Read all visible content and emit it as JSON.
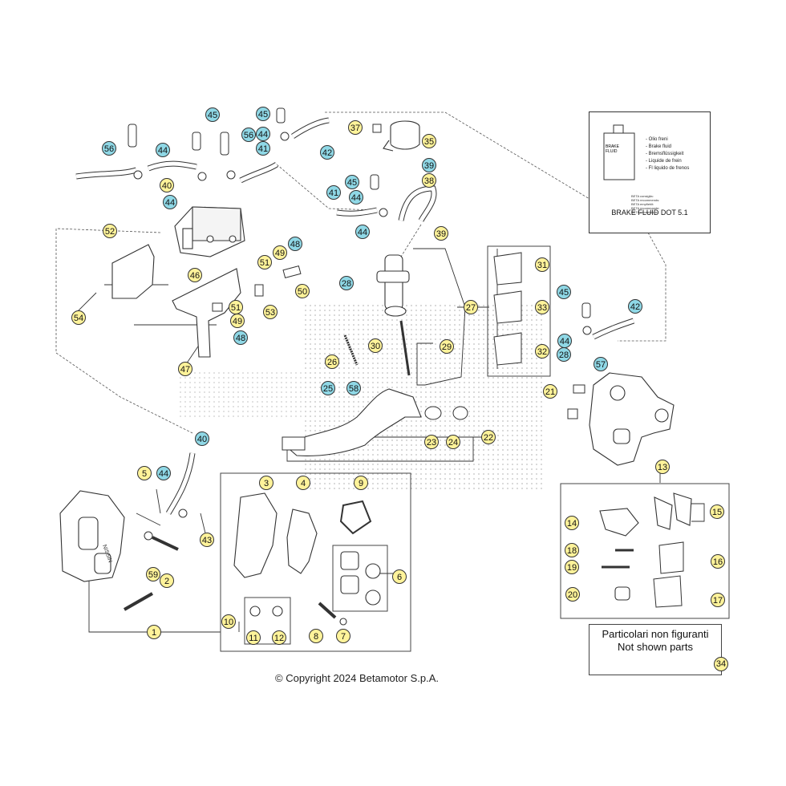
{
  "copyright": "© Copyright 2024 Betamotor S.p.A.",
  "not_shown": {
    "line1": "Particolari non figuranti",
    "line2": "Not shown parts",
    "number": "34"
  },
  "brake_fluid_panel": {
    "bottle_label": "BRAKE FLUID",
    "languages": [
      "- Olio freni",
      "- Brake fluid",
      "- Bremsflüssigkeit",
      "- Liquide de frein",
      "- Fl liquido de frenos"
    ],
    "recommends": [
      "BETA consiglia:",
      "BETA recommends:",
      "BETA empfiehlt:",
      "BETA recommande:",
      "BETA recomienda:"
    ],
    "fluid_name": "BRAKE FLUID DOT 5.1"
  },
  "caliper_brand": "NISSIN",
  "colors": {
    "blue_callout": "#8fd8e6",
    "yellow_callout": "#fff39a",
    "line": "#333333"
  },
  "callouts": [
    {
      "n": "56",
      "c": "blue"
    },
    {
      "n": "45",
      "c": "blue"
    },
    {
      "n": "56",
      "c": "blue"
    },
    {
      "n": "45",
      "c": "blue"
    },
    {
      "n": "44",
      "c": "blue"
    },
    {
      "n": "44",
      "c": "blue"
    },
    {
      "n": "41",
      "c": "blue"
    },
    {
      "n": "42",
      "c": "blue"
    },
    {
      "n": "40",
      "c": "yellow"
    },
    {
      "n": "44",
      "c": "blue"
    },
    {
      "n": "37",
      "c": "yellow"
    },
    {
      "n": "35",
      "c": "yellow"
    },
    {
      "n": "39",
      "c": "blue"
    },
    {
      "n": "38",
      "c": "yellow"
    },
    {
      "n": "45",
      "c": "blue"
    },
    {
      "n": "41",
      "c": "blue"
    },
    {
      "n": "44",
      "c": "blue"
    },
    {
      "n": "44",
      "c": "blue"
    },
    {
      "n": "39",
      "c": "yellow"
    },
    {
      "n": "52",
      "c": "yellow"
    },
    {
      "n": "48",
      "c": "blue"
    },
    {
      "n": "49",
      "c": "yellow"
    },
    {
      "n": "51",
      "c": "yellow"
    },
    {
      "n": "46",
      "c": "yellow"
    },
    {
      "n": "50",
      "c": "yellow"
    },
    {
      "n": "54",
      "c": "yellow"
    },
    {
      "n": "53",
      "c": "yellow"
    },
    {
      "n": "51",
      "c": "yellow"
    },
    {
      "n": "49",
      "c": "yellow"
    },
    {
      "n": "48",
      "c": "blue"
    },
    {
      "n": "47",
      "c": "yellow"
    },
    {
      "n": "28",
      "c": "blue"
    },
    {
      "n": "27",
      "c": "yellow"
    },
    {
      "n": "31",
      "c": "yellow"
    },
    {
      "n": "33",
      "c": "yellow"
    },
    {
      "n": "32",
      "c": "yellow"
    },
    {
      "n": "29",
      "c": "yellow"
    },
    {
      "n": "30",
      "c": "yellow"
    },
    {
      "n": "26",
      "c": "yellow"
    },
    {
      "n": "25",
      "c": "blue"
    },
    {
      "n": "58",
      "c": "blue"
    },
    {
      "n": "23",
      "c": "yellow"
    },
    {
      "n": "24",
      "c": "yellow"
    },
    {
      "n": "22",
      "c": "yellow"
    },
    {
      "n": "45",
      "c": "blue"
    },
    {
      "n": "42",
      "c": "blue"
    },
    {
      "n": "44",
      "c": "blue"
    },
    {
      "n": "28",
      "c": "blue"
    },
    {
      "n": "57",
      "c": "blue"
    },
    {
      "n": "21",
      "c": "yellow"
    },
    {
      "n": "13",
      "c": "yellow"
    },
    {
      "n": "40",
      "c": "blue"
    },
    {
      "n": "5",
      "c": "yellow"
    },
    {
      "n": "44",
      "c": "blue"
    },
    {
      "n": "43",
      "c": "yellow"
    },
    {
      "n": "59",
      "c": "yellow"
    },
    {
      "n": "2",
      "c": "yellow"
    },
    {
      "n": "1",
      "c": "yellow"
    },
    {
      "n": "3",
      "c": "yellow"
    },
    {
      "n": "4",
      "c": "yellow"
    },
    {
      "n": "9",
      "c": "yellow"
    },
    {
      "n": "6",
      "c": "yellow"
    },
    {
      "n": "10",
      "c": "yellow"
    },
    {
      "n": "11",
      "c": "yellow"
    },
    {
      "n": "12",
      "c": "yellow"
    },
    {
      "n": "8",
      "c": "yellow"
    },
    {
      "n": "7",
      "c": "yellow"
    },
    {
      "n": "14",
      "c": "yellow"
    },
    {
      "n": "15",
      "c": "yellow"
    },
    {
      "n": "18",
      "c": "yellow"
    },
    {
      "n": "16",
      "c": "yellow"
    },
    {
      "n": "19",
      "c": "yellow"
    },
    {
      "n": "20",
      "c": "yellow"
    },
    {
      "n": "17",
      "c": "yellow"
    }
  ]
}
